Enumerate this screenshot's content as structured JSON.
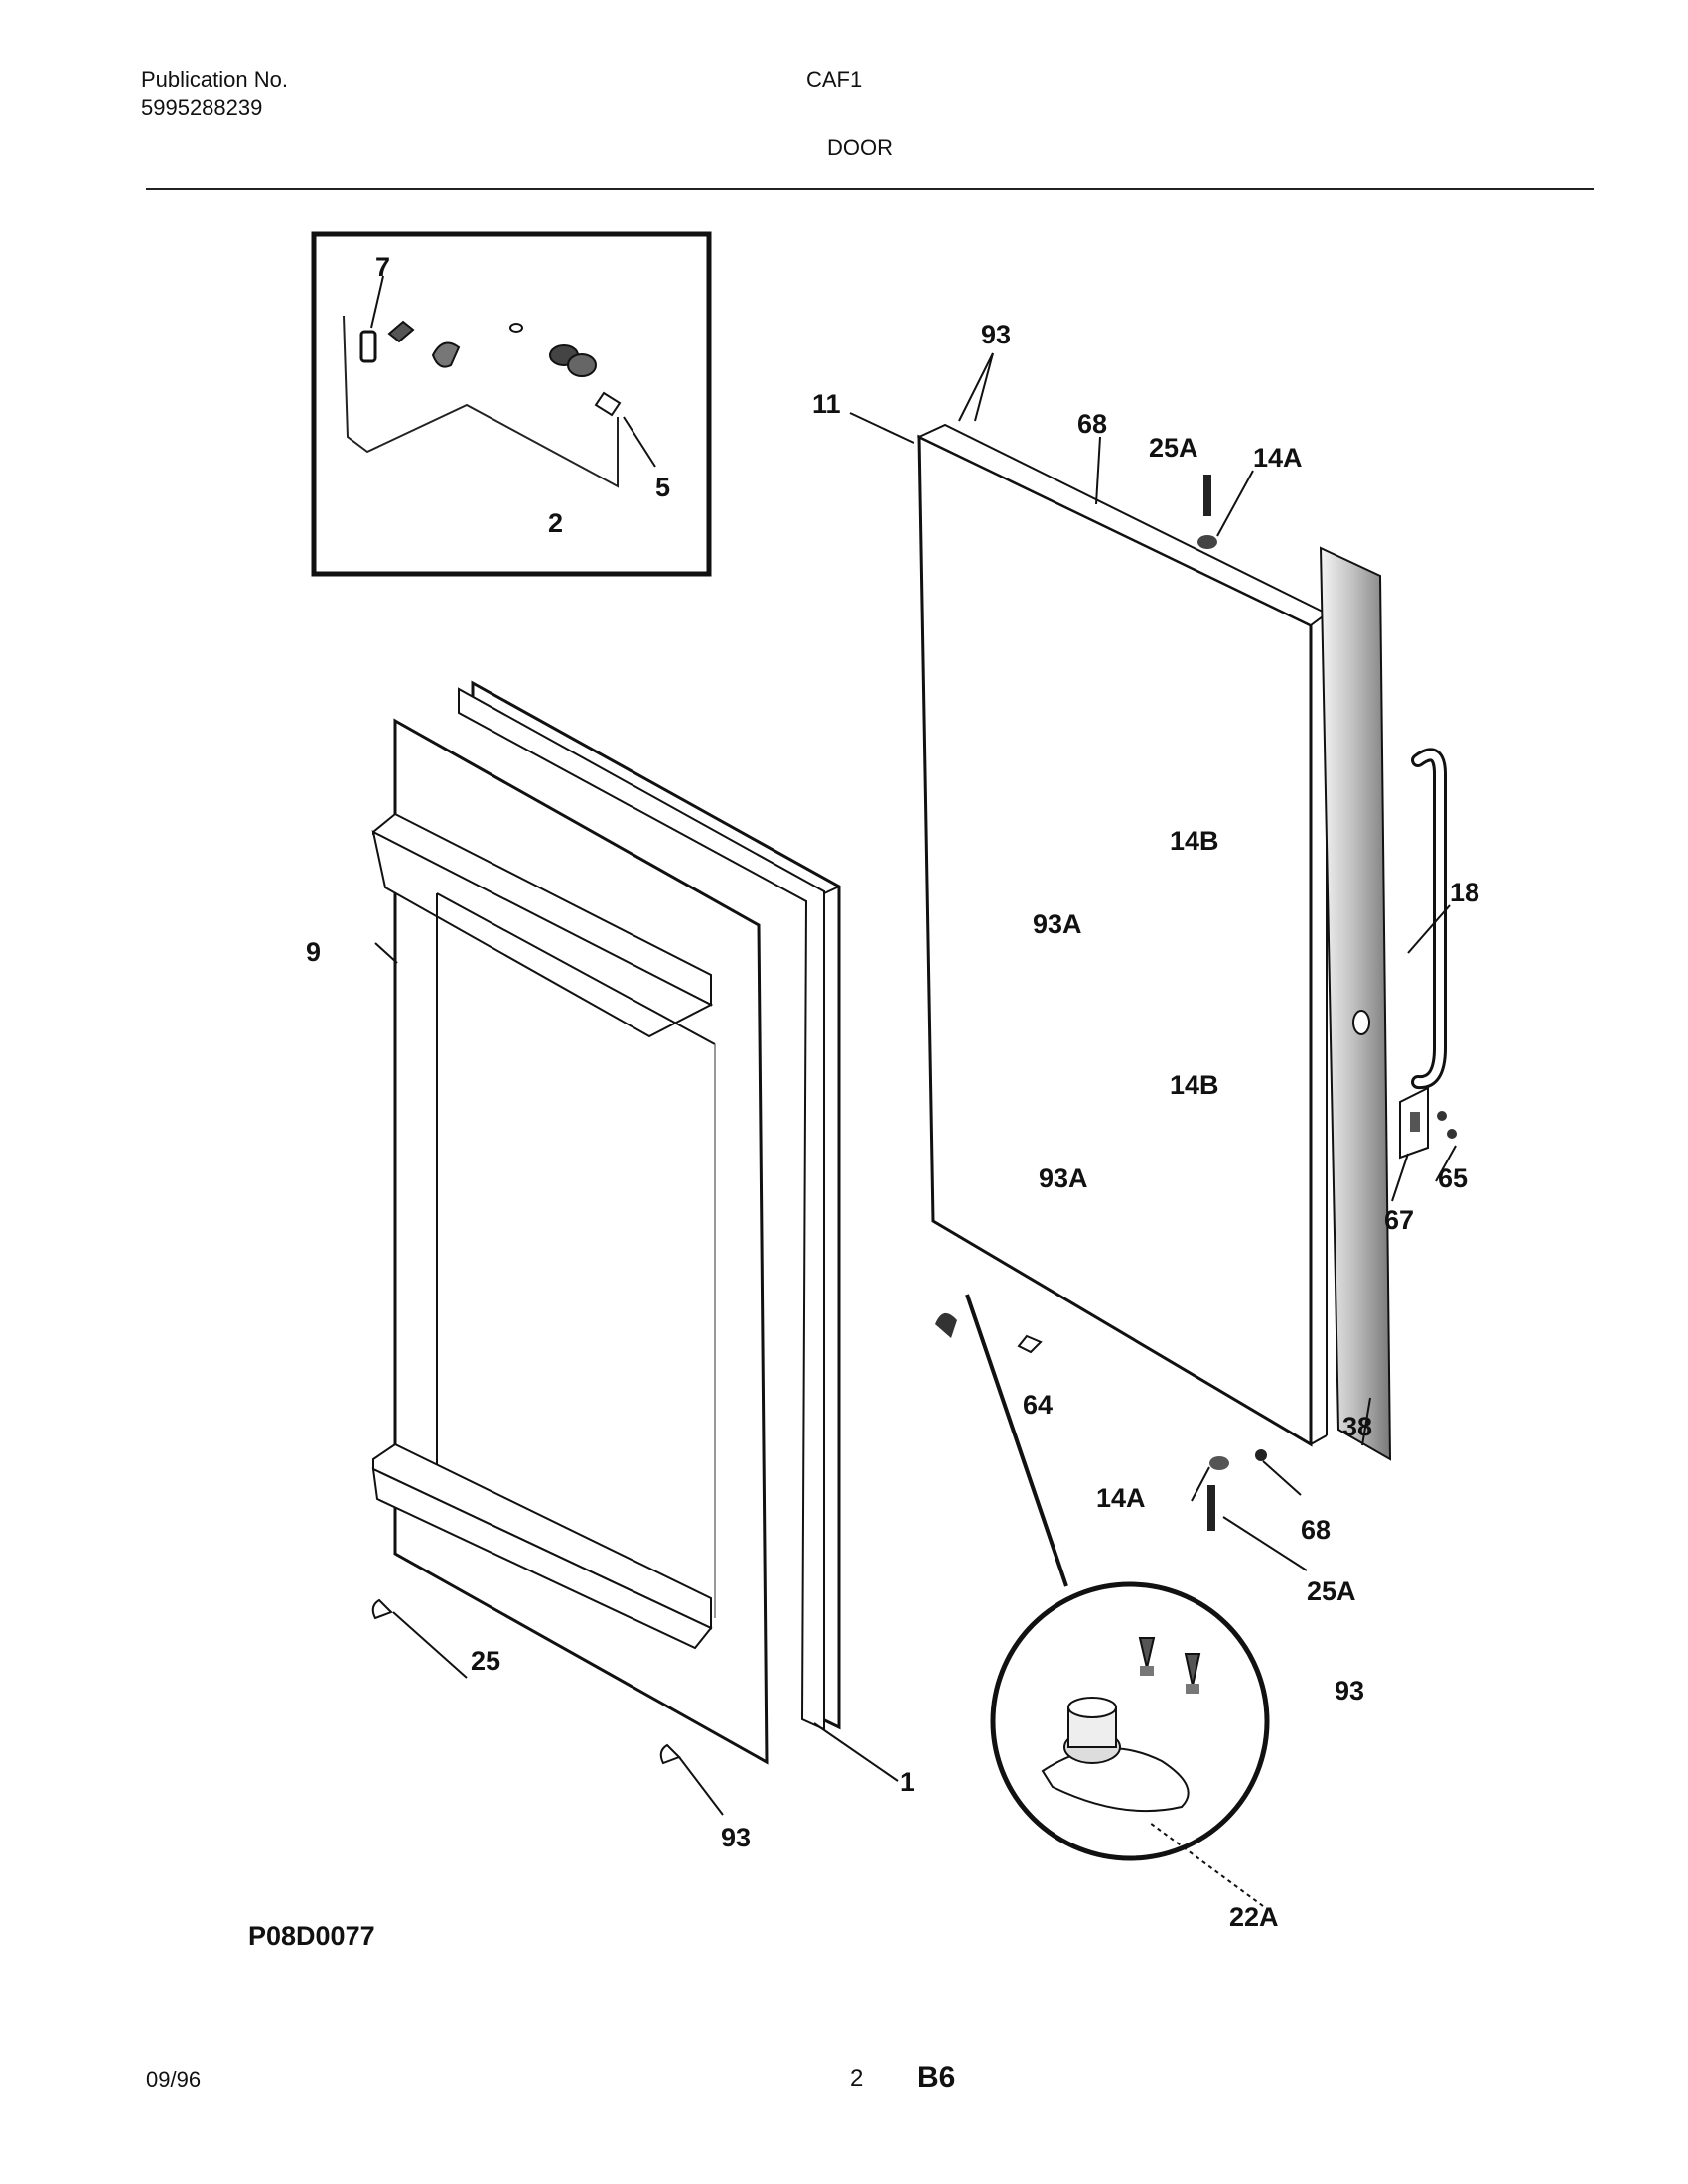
{
  "header": {
    "publication_label": "Publication No.",
    "publication_number": "5995288239",
    "model": "CAF1",
    "section": "DOOR"
  },
  "callouts": {
    "c7": "7",
    "c5": "5",
    "c2": "2",
    "c93_top": "93",
    "c11": "11",
    "c68_top": "68",
    "c25A_top": "25A",
    "c14A_top": "14A",
    "c14B_a": "14B",
    "c93A_a": "93A",
    "c18": "18",
    "c14B_b": "14B",
    "c93A_b": "93A",
    "c65": "65",
    "c67": "67",
    "c9": "9",
    "c64": "64",
    "c38": "38",
    "c14A_bot": "14A",
    "c68_bot": "68",
    "c25A_bot": "25A",
    "c93_right": "93",
    "c25": "25",
    "c1": "1",
    "c93_bot": "93",
    "c22A": "22A"
  },
  "footer": {
    "drawing_id": "P08D0077",
    "date": "09/96",
    "page_number": "2",
    "page_code": "B6"
  }
}
